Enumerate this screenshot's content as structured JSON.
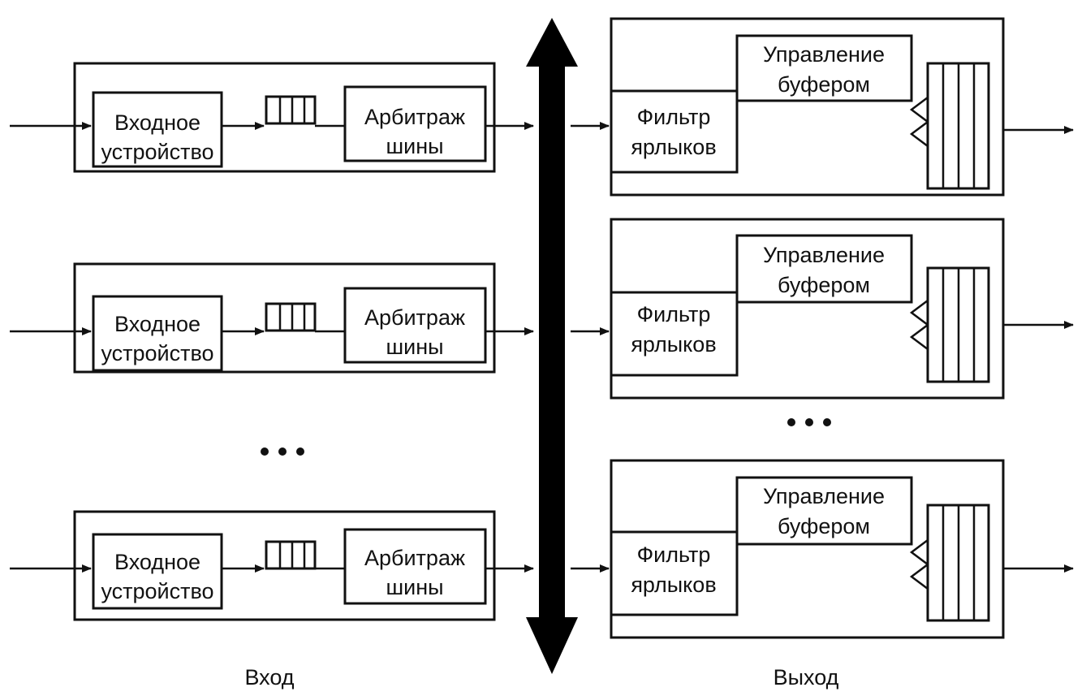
{
  "input_blocks": [
    {
      "device": [
        "Входное",
        "устройство"
      ],
      "arbiter": [
        "Арбитраж",
        "шины"
      ]
    },
    {
      "device": [
        "Входное",
        "устройство"
      ],
      "arbiter": [
        "Арбитраж",
        "шины"
      ]
    },
    {
      "device": [
        "Входное",
        "устройство"
      ],
      "arbiter": [
        "Арбитраж",
        "шины"
      ]
    }
  ],
  "output_blocks": [
    {
      "buffer_control": [
        "Управление",
        "буфером"
      ],
      "filter": [
        "Фильтр",
        "ярлыков"
      ]
    },
    {
      "buffer_control": [
        "Управление",
        "буфером"
      ],
      "filter": [
        "Фильтр",
        "ярлыков"
      ]
    },
    {
      "buffer_control": [
        "Управление",
        "буфером"
      ],
      "filter": [
        "Фильтр",
        "ярлыков"
      ]
    }
  ],
  "captions": {
    "input": "Вход",
    "output": "Выход"
  },
  "colors": {
    "ink": "#111111",
    "bus": "#000000",
    "background": "#ffffff"
  }
}
